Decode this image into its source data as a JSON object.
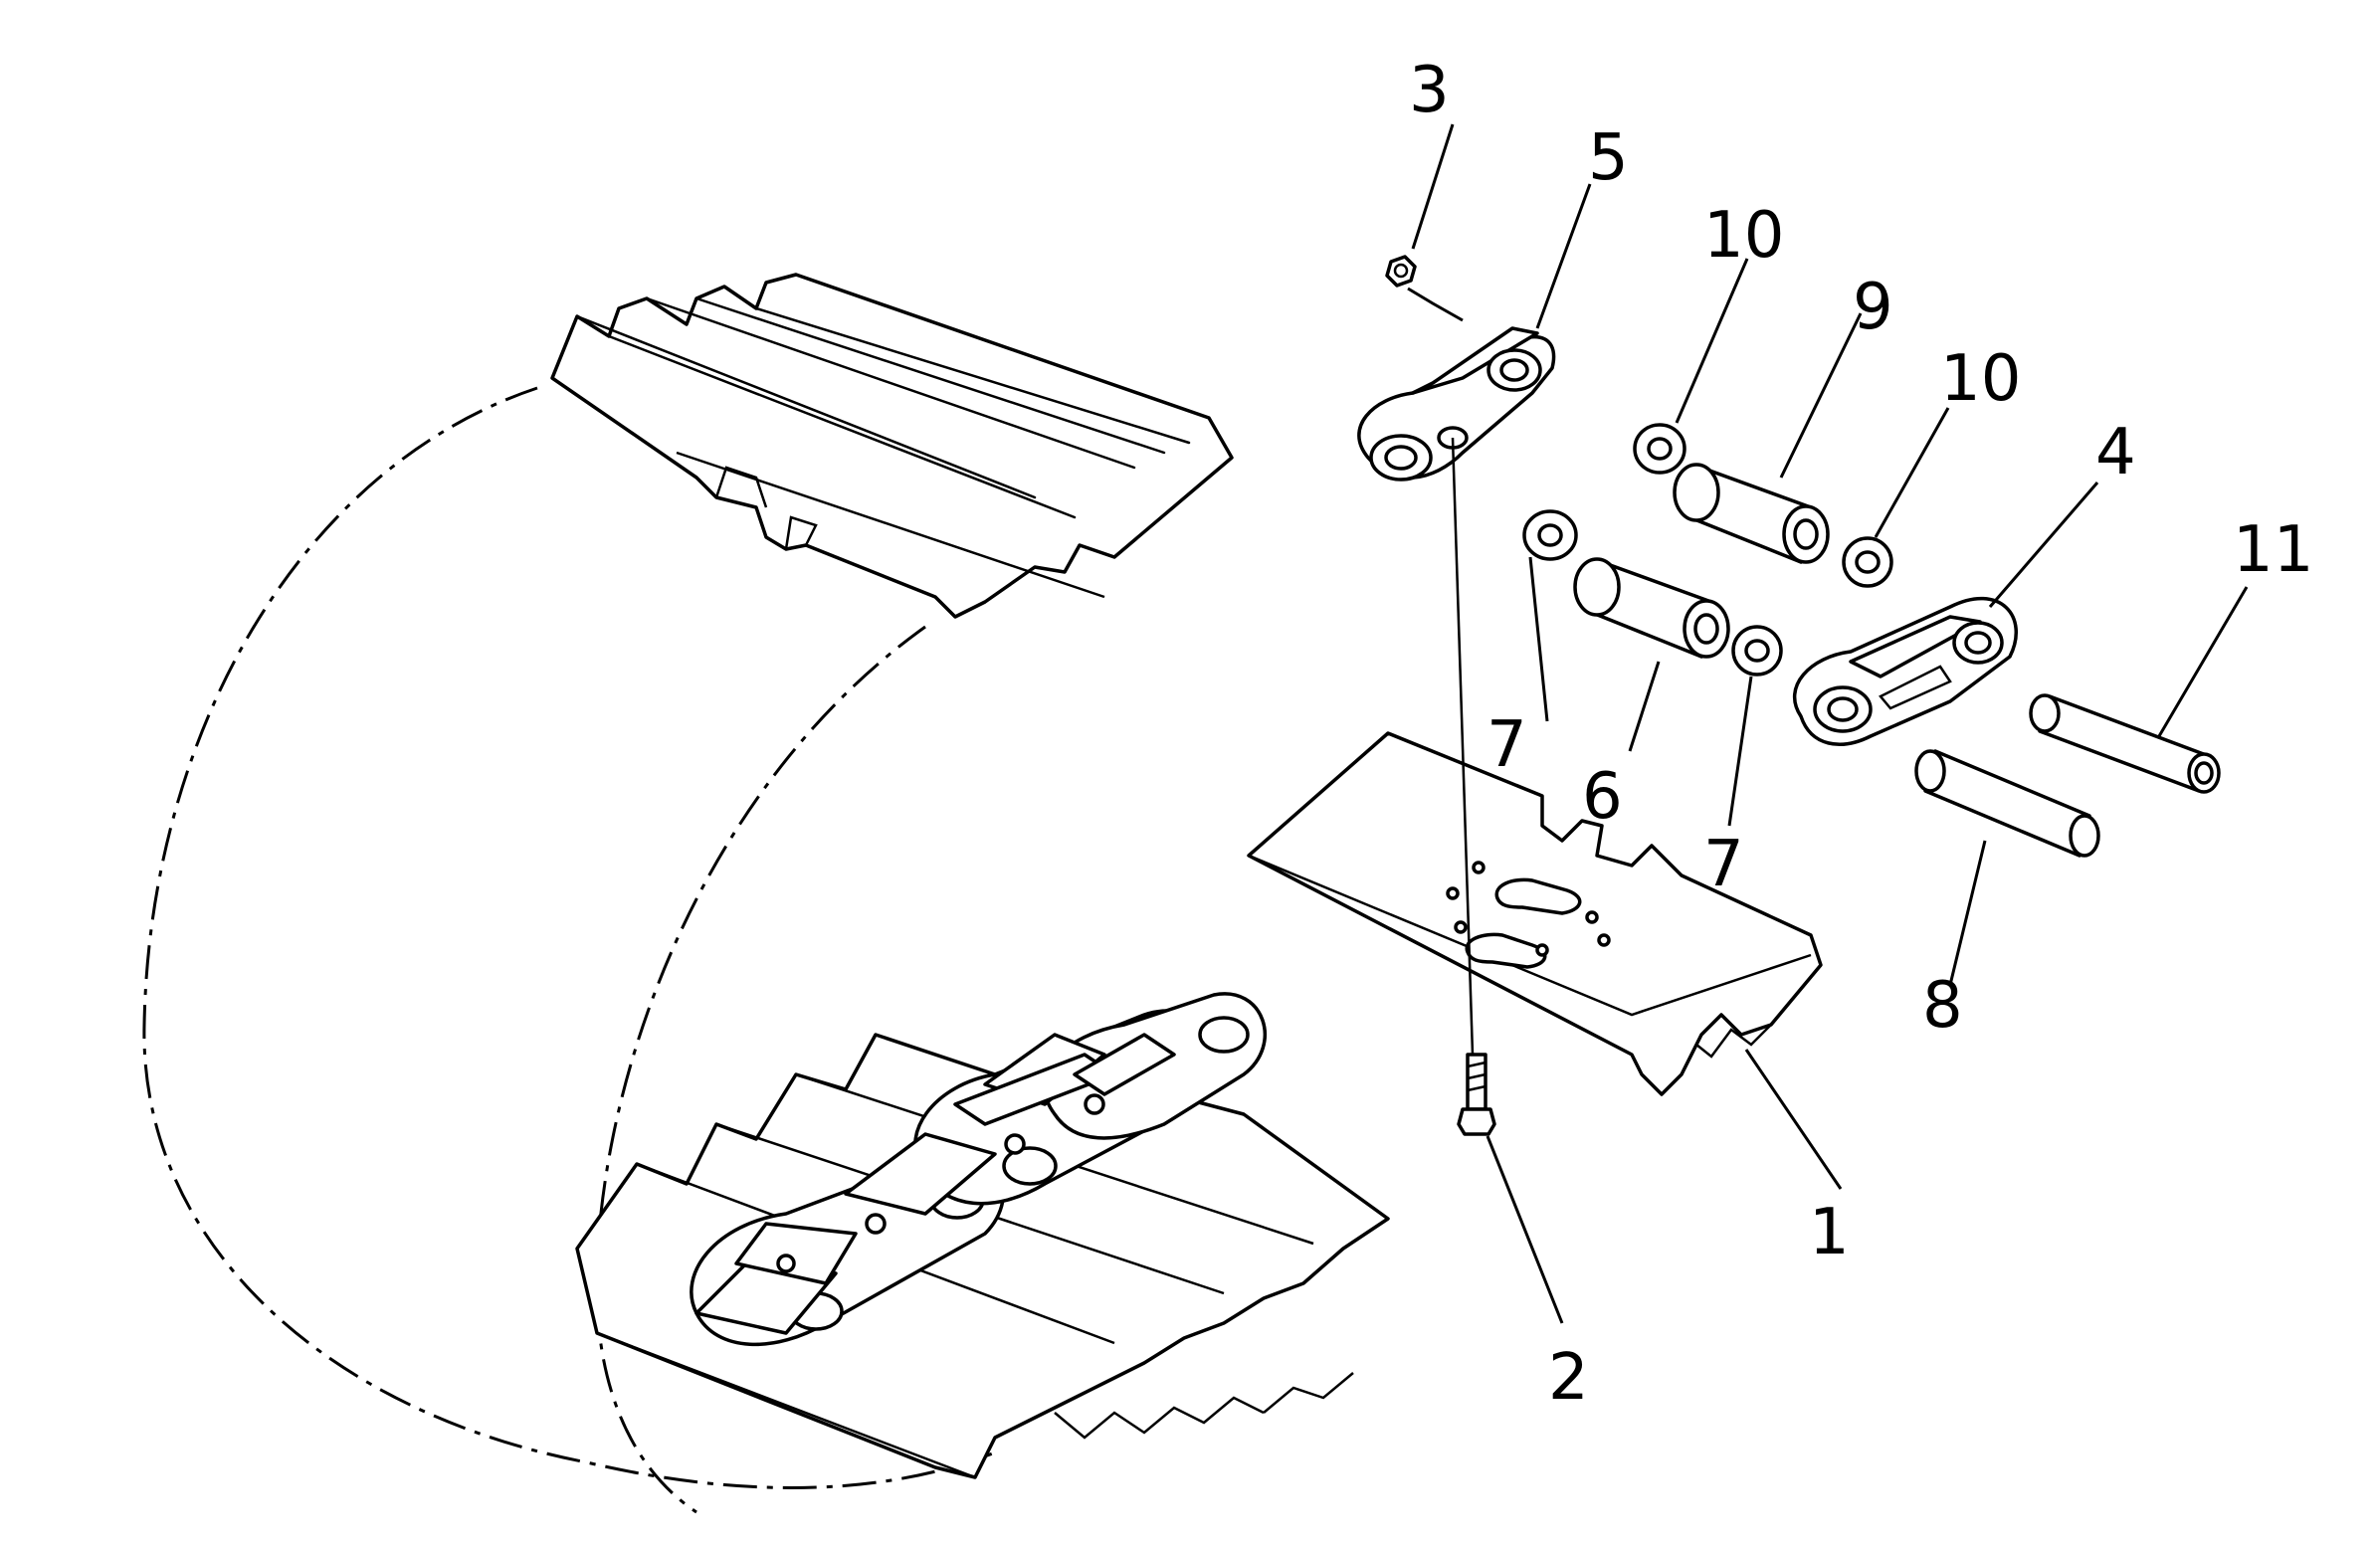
{
  "diagram": {
    "callouts": [
      {
        "id": "1",
        "text": "1"
      },
      {
        "id": "2",
        "text": "2"
      },
      {
        "id": "3",
        "text": "3"
      },
      {
        "id": "4",
        "text": "4"
      },
      {
        "id": "5",
        "text": "5"
      },
      {
        "id": "6",
        "text": "6"
      },
      {
        "id": "7a",
        "text": "7"
      },
      {
        "id": "7b",
        "text": "7"
      },
      {
        "id": "8",
        "text": "8"
      },
      {
        "id": "9",
        "text": "9"
      },
      {
        "id": "10a",
        "text": "10"
      },
      {
        "id": "10b",
        "text": "10"
      },
      {
        "id": "11",
        "text": "11"
      }
    ],
    "colors": {
      "line": "#000000",
      "background": "#ffffff"
    }
  }
}
